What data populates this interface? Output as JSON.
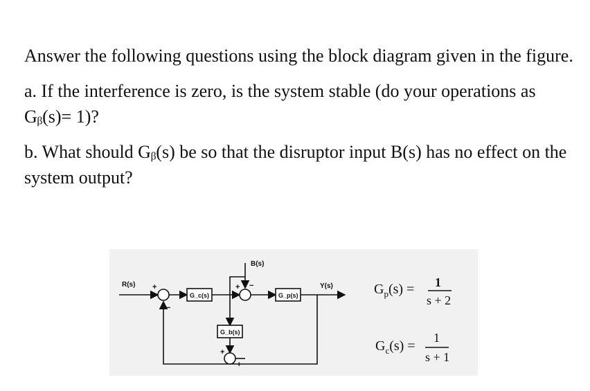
{
  "intro": "Answer the following questions using the block diagram given in the figure.",
  "question_a": "a. If the interference is zero, is the system stable (do your operations as Gᵦ(s)= 1)?",
  "question_b": "b. What should Gᵦ(s) be so that the disruptor input B(s) has no effect on the system output?",
  "diagram": {
    "input_label": "R(s)",
    "disturbance_label": "B(s)",
    "output_label": "Y(s)",
    "controller_block": "G_c(s)",
    "plant_block": "G_p(s)",
    "feedforward_block": "G_b(s)",
    "sum1_signs": [
      "+",
      "−"
    ],
    "sum2_signs": [
      "+",
      "−"
    ],
    "sum3_signs": [
      "+",
      "+"
    ],
    "gp_equation": {
      "lhs": "G",
      "sub": "p",
      "arg": "(s) =",
      "num": "1",
      "den": "s + 2"
    },
    "gc_equation": {
      "lhs": "G",
      "sub": "c",
      "arg": "(s) =",
      "num": "1",
      "den": "s + 1"
    }
  }
}
